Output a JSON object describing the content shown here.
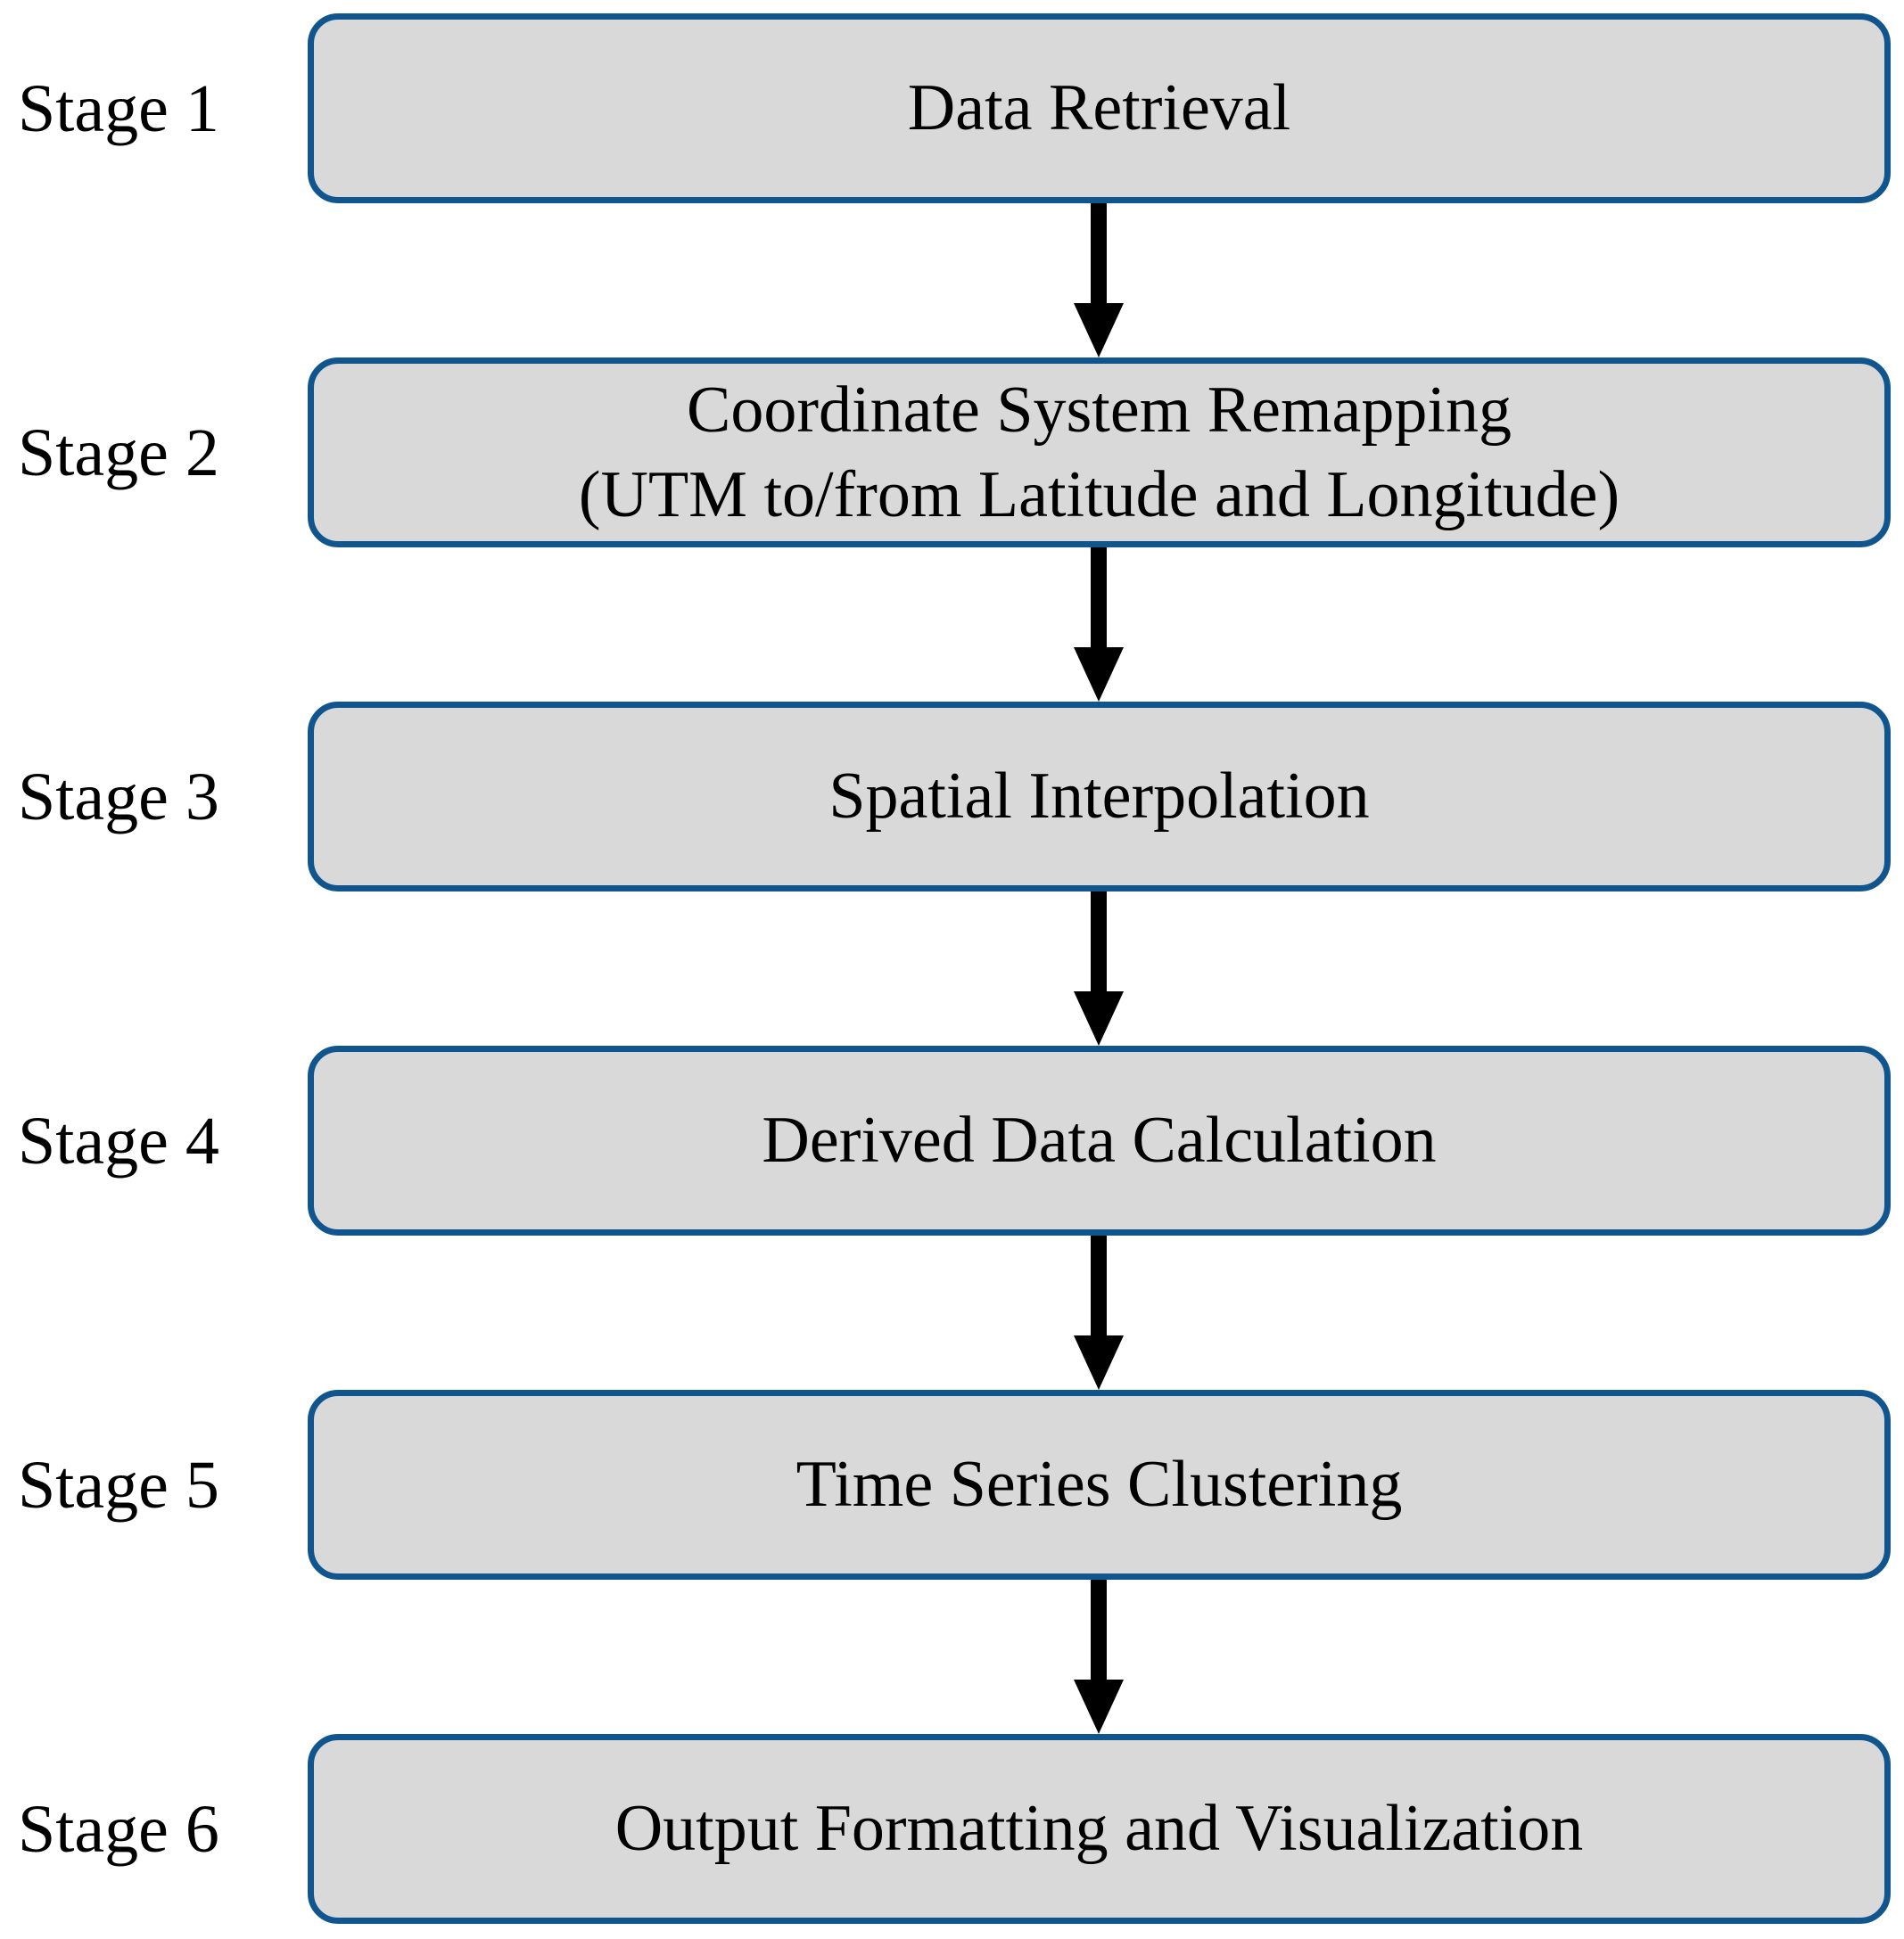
{
  "colors": {
    "box_fill": "#D9D9D9",
    "box_border": "#11558F",
    "arrow": "#000000",
    "text": "#000000",
    "background": "#FFFFFF"
  },
  "stages": [
    {
      "label": "Stage 1",
      "lines": [
        "Data Retrieval"
      ]
    },
    {
      "label": "Stage 2",
      "lines": [
        "Coordinate System Remapping",
        "(UTM to/from Latitude and Longitude)"
      ]
    },
    {
      "label": "Stage 3",
      "lines": [
        "Spatial Interpolation"
      ]
    },
    {
      "label": "Stage 4",
      "lines": [
        "Derived Data Calculation"
      ]
    },
    {
      "label": "Stage 5",
      "lines": [
        "Time Series Clustering"
      ]
    },
    {
      "label": "Stage 6",
      "lines": [
        "Output Formatting and Visualization"
      ]
    }
  ]
}
